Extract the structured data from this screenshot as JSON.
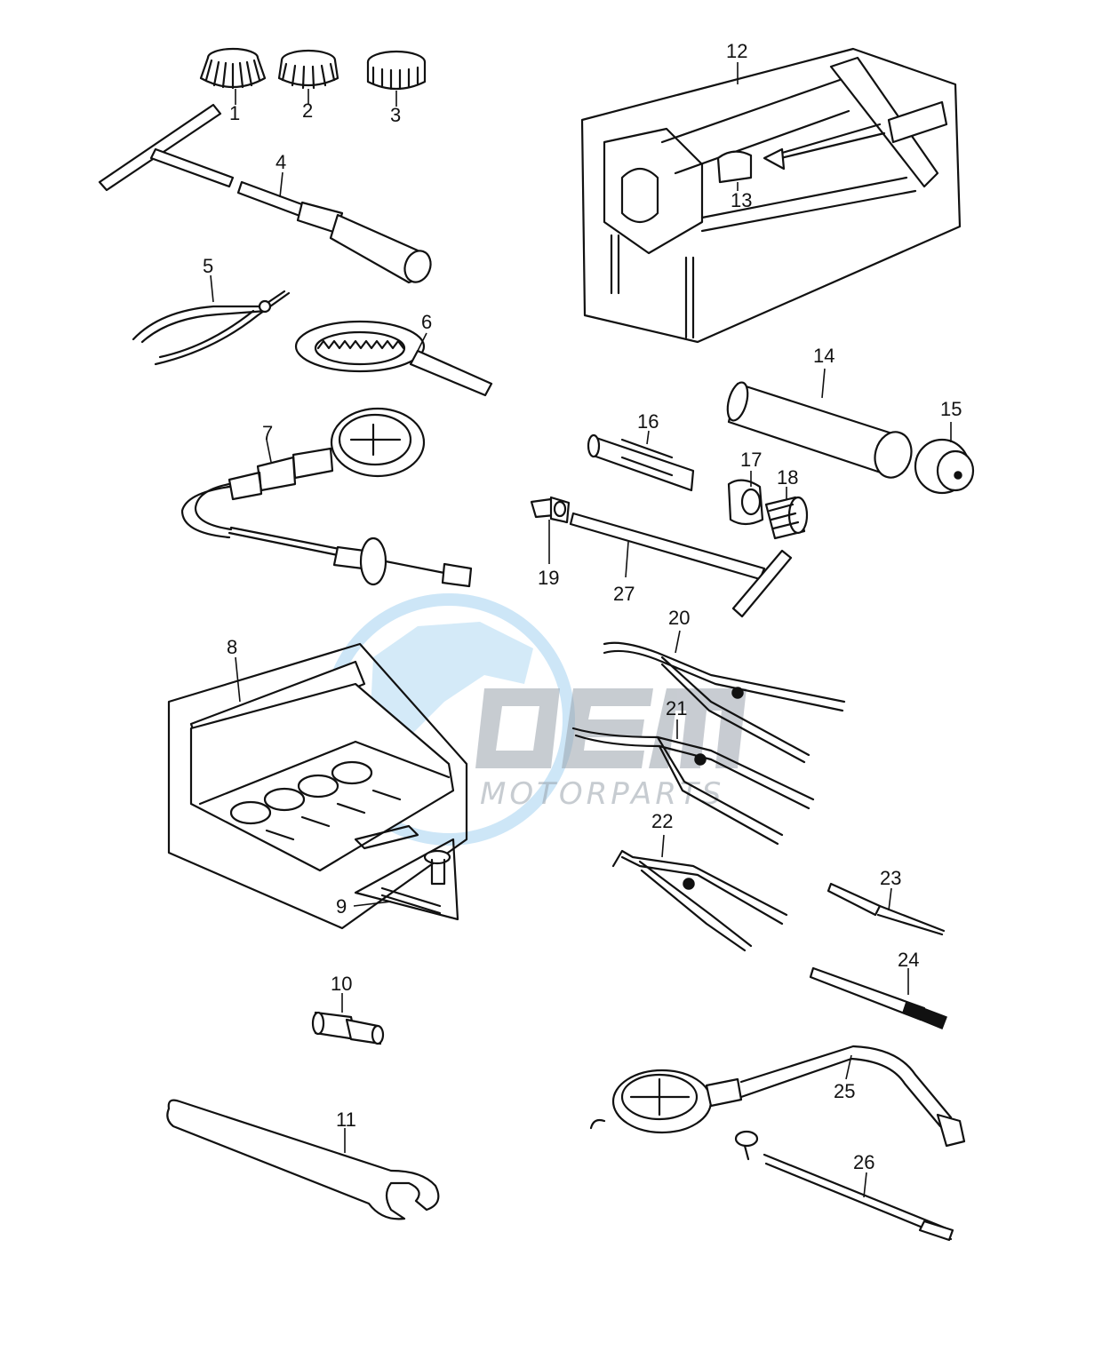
{
  "watermark": {
    "brand_mark": "OEM",
    "brand_text": "MOTORPARTS",
    "colors": {
      "globe": "#6fb8e8",
      "letters": "#9aa3ad"
    }
  },
  "parts": [
    {
      "id": "p1",
      "label": "1"
    },
    {
      "id": "p2",
      "label": "2"
    },
    {
      "id": "p3",
      "label": "3"
    },
    {
      "id": "p4",
      "label": "4"
    },
    {
      "id": "p5",
      "label": "5"
    },
    {
      "id": "p6",
      "label": "6"
    },
    {
      "id": "p7",
      "label": "7"
    },
    {
      "id": "p8",
      "label": "8"
    },
    {
      "id": "p9",
      "label": "9"
    },
    {
      "id": "p10",
      "label": "10"
    },
    {
      "id": "p11",
      "label": "11"
    },
    {
      "id": "p12",
      "label": "12"
    },
    {
      "id": "p13",
      "label": "13"
    },
    {
      "id": "p14",
      "label": "14"
    },
    {
      "id": "p15",
      "label": "15"
    },
    {
      "id": "p16",
      "label": "16"
    },
    {
      "id": "p17",
      "label": "17"
    },
    {
      "id": "p18",
      "label": "18"
    },
    {
      "id": "p19",
      "label": "19"
    },
    {
      "id": "p20",
      "label": "20"
    },
    {
      "id": "p21",
      "label": "21"
    },
    {
      "id": "p22",
      "label": "22"
    },
    {
      "id": "p23",
      "label": "23"
    },
    {
      "id": "p24",
      "label": "24"
    },
    {
      "id": "p25",
      "label": "25"
    },
    {
      "id": "p26",
      "label": "26"
    },
    {
      "id": "p27",
      "label": "27"
    }
  ]
}
